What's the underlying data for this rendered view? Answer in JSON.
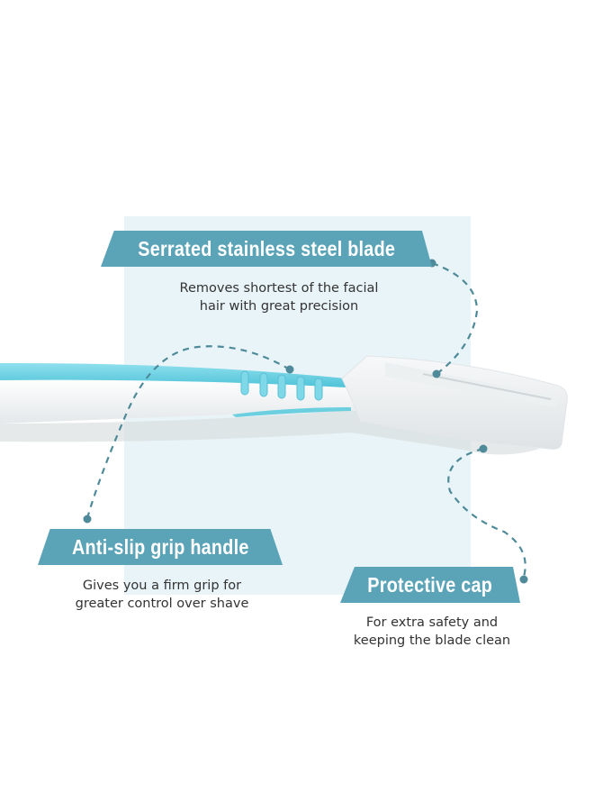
{
  "colors": {
    "accent": "#5ba4b8",
    "panel": "#e9f4f8",
    "handle": "#6ccfe0",
    "dots": "#4e8a99"
  },
  "features": [
    {
      "title": "Serrated stainless steel blade",
      "description_line1": "Removes shortest of the facial",
      "description_line2": "hair with great precision"
    },
    {
      "title": "Anti-slip grip handle",
      "description_line1": "Gives you a firm grip for",
      "description_line2": "greater control over shave"
    },
    {
      "title": "Protective cap",
      "description_line1": "For extra safety and",
      "description_line2": "keeping the blade clean"
    }
  ]
}
